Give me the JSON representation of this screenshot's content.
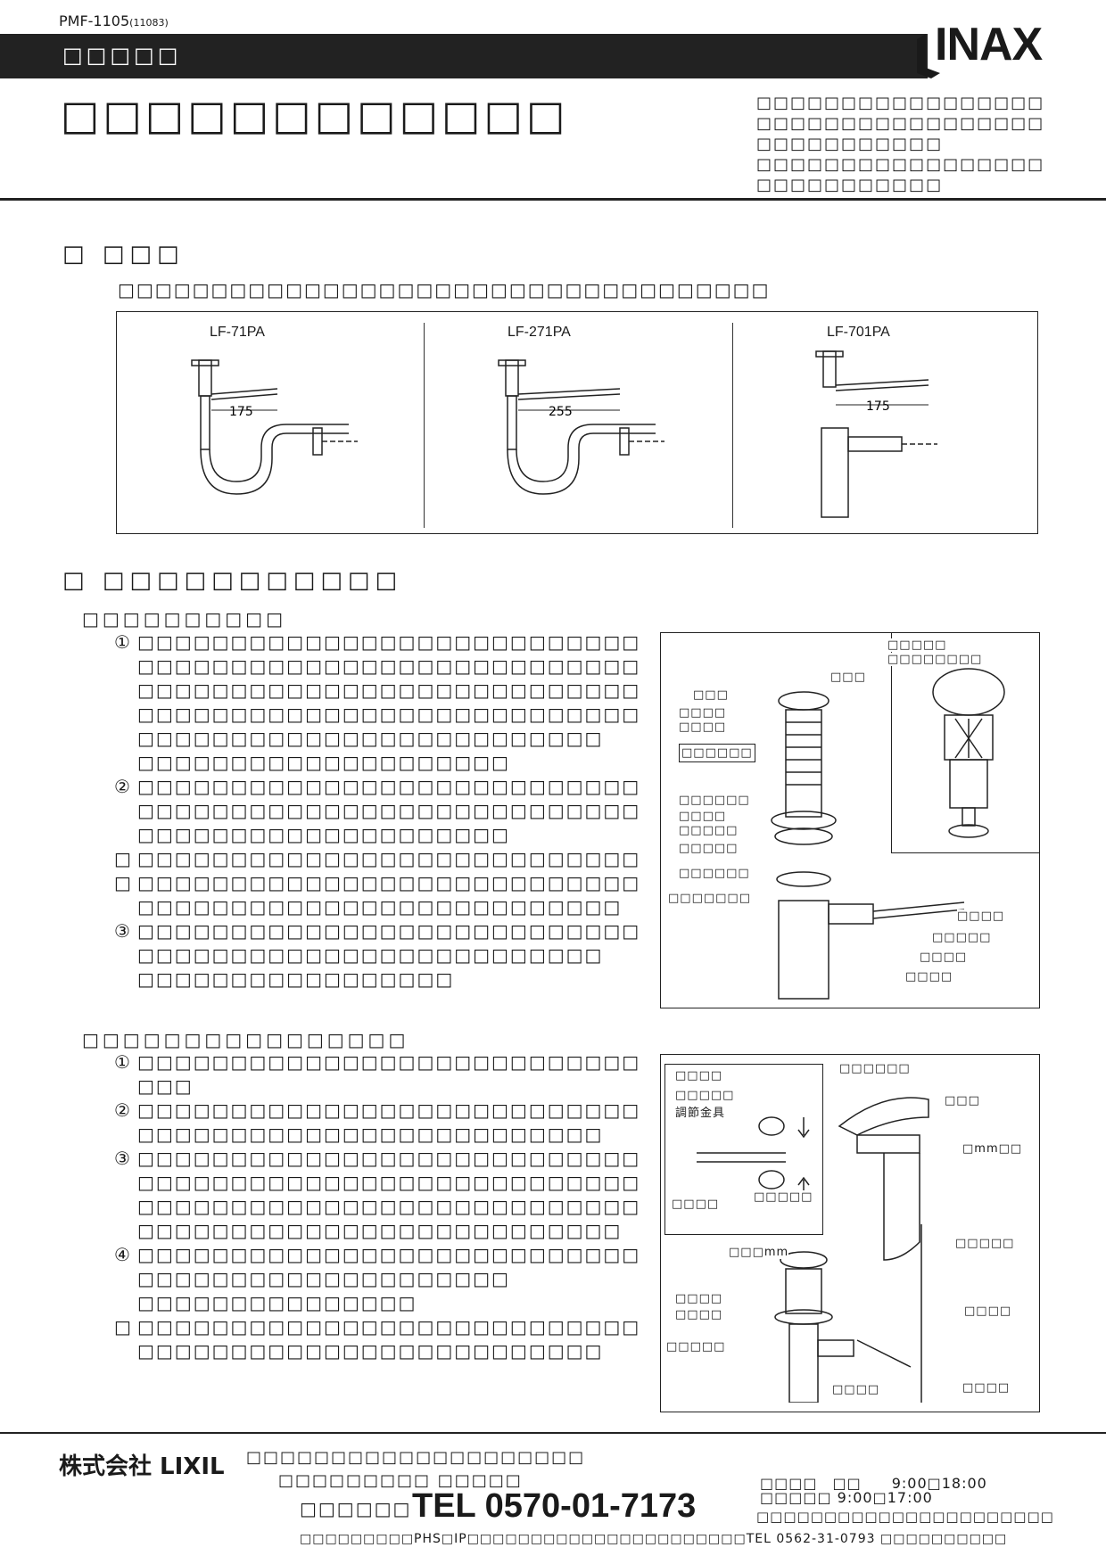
{
  "doc": {
    "code": "PMF-1105",
    "code_sub": "(11083)",
    "band_label": "□□□□□",
    "brand": "INAX",
    "title": "□□□□□□□□□□□□",
    "title_note_lines": [
      "□□□□□□□□□□□□□□□□□",
      "□□□□□□□□□□□□□□□□□",
      "□□□□□□□□□□□",
      "□□□□□□□□□□□□□□□□□",
      "□□□□□□□□□□□"
    ]
  },
  "section1": {
    "heading": "□ □□□",
    "lead": "□□□□□□□□□□□□□□□□□□□□□□□□□□□□□□□□□□□",
    "products": [
      {
        "model": "LF-71PA",
        "dimension": "175"
      },
      {
        "model": "LF-271PA",
        "dimension": "255"
      },
      {
        "model": "LF-701PA",
        "dimension": "175"
      }
    ]
  },
  "section2": {
    "heading": "□ □□□□□□□□□□□",
    "sub1": {
      "heading": "□□□□□□□□□□",
      "steps": [
        {
          "num": "①",
          "lines": [
            "□□□□□□□□□□□□□□□□□□□□□□□□□□□",
            "□□□□□□□□□□□□□□□□□□□□□□□□□□□",
            "□□□□□□□□□□□□□□□□□□□□□□□□□□□",
            "□□□□□□□□□□□□□□□□□□□□□□□□□□□",
            "□□□□□□□□□□□□□□□□□□□□□□□□□",
            "□□□□□□□□□□□□□□□□□□□□"
          ]
        },
        {
          "num": "②",
          "lines": [
            "□□□□□□□□□□□□□□□□□□□□□□□□□□□",
            "□□□□□□□□□□□□□□□□□□□□□□□□□□□",
            "□□□□□□□□□□□□□□□□□□□□"
          ]
        },
        {
          "num": "□",
          "lines": [
            "□□□□□□□□□□□□□□□□□□□□□□□□□□□"
          ]
        },
        {
          "num": "□",
          "lines": [
            "□□□□□□□□□□□□□□□□□□□□□□□□□□□",
            "□□□□□□□□□□□□□□□□□□□□□□□□□□"
          ]
        },
        {
          "num": "③",
          "lines": [
            "□□□□□□□□□□□□□□□□□□□□□□□□□□□",
            "□□□□□□□□□□□□□□□□□□□□□□□□□",
            "□□□□□□□□□□□□□□□□□"
          ]
        }
      ],
      "figure_callouts": [
        "□□□□□",
        "□□□□□□□□",
        "□□□",
        "□□□",
        "□□□□",
        "□□□□",
        "□□□□□□",
        "□□□□□□",
        "□□□□",
        "□□□□□",
        "□□□□□",
        "□□□□□□",
        "□□□□□□□",
        "□□□□",
        "□□□□□",
        "□□□□",
        "□□□□"
      ]
    },
    "sub2": {
      "heading": "□□□□□□□□□□□□□□□□",
      "steps": [
        {
          "num": "①",
          "lines": [
            "□□□□□□□□□□□□□□□□□□□□□□□□□□□",
            "□□□"
          ]
        },
        {
          "num": "②",
          "lines": [
            "□□□□□□□□□□□□□□□□□□□□□□□□□□□",
            "□□□□□□□□□□□□□□□□□□□□□□□□□"
          ]
        },
        {
          "num": "③",
          "lines": [
            "□□□□□□□□□□□□□□□□□□□□□□□□□□□",
            "□□□□□□□□□□□□□□□□□□□□□□□□□□□",
            "□□□□□□□□□□□□□□□□□□□□□□□□□□□",
            "□□□□□□□□□□□□□□□□□□□□□□□□□□"
          ]
        },
        {
          "num": "④",
          "lines": [
            "□□□□□□□□□□□□□□□□□□□□□□□□□□□",
            "□□□□□□□□□□□□□□□□□□□□"
          ]
        },
        {
          "num": "",
          "lines": [
            "□□□□□□□□□□□□□□□"
          ]
        },
        {
          "num": "□",
          "lines": [
            "□□□□□□□□□□□□□□□□□□□□□□□□□□□",
            "□□□□□□□□□□□□□□□□□□□□□□□□□"
          ]
        }
      ],
      "figure_callouts": [
        "□□□□",
        "□□□□□",
        "調節金具",
        "□□□□□□",
        "□□□",
        "□mm□□",
        "□□□□",
        "□□□□□",
        "□□□□□",
        "□□□□",
        "□□□mm",
        "□□□□",
        "□□□□",
        "□□□□□",
        "□□□□",
        "□□□□"
      ]
    }
  },
  "footer": {
    "company": "株式会社 LIXIL",
    "address_line1": "□□□□□□□□□□□□□□□□□□□□",
    "address_line2": "□□□□□□□□□ □□□□□",
    "tel_label": "□□□□□□",
    "tel_number": "TEL 0570-01-7173",
    "hours1": "□□□□　□□　　9:00□18:00",
    "hours2": "□□□□□ 9:00□17:00",
    "hours_note": "□□□□□□□□□□□□□□□□□□□□□□",
    "bottom_line": "□□□□□□□□□PHS□IP□□□□□□□□□□□□□□□□□□□□□□TEL 0562-31-0793 □□□□□□□□□□"
  },
  "colors": {
    "ink": "#1a1a1a",
    "band": "#222222"
  }
}
